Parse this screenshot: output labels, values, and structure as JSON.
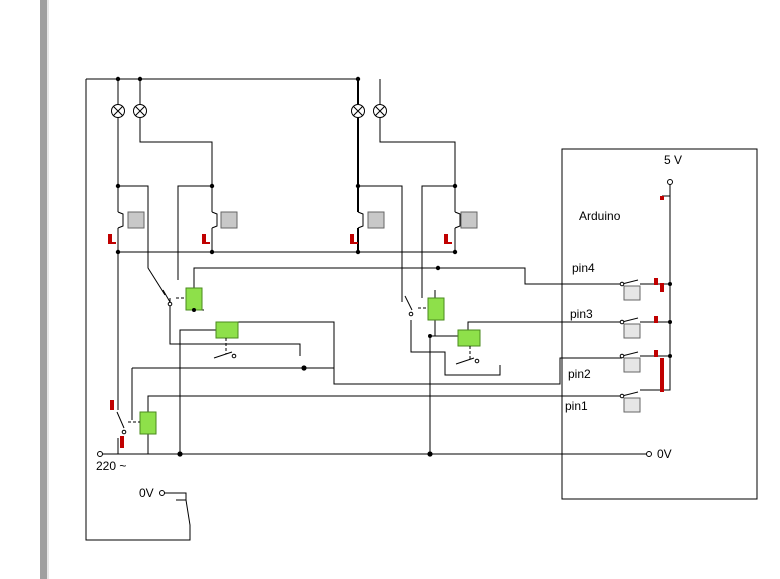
{
  "arduino": {
    "title": "Arduino",
    "supply": "5 V",
    "pins": [
      "pin4",
      "pin3",
      "pin2",
      "pin1"
    ],
    "ground": "0V"
  },
  "mains": {
    "label": "220 ~"
  },
  "ground_terminal": {
    "label": "0V"
  },
  "colors": {
    "wire": "#000000",
    "relay_coil": "#8ee04a",
    "push_cap": "#c8c8c8",
    "contact_marker": "#c00000"
  }
}
